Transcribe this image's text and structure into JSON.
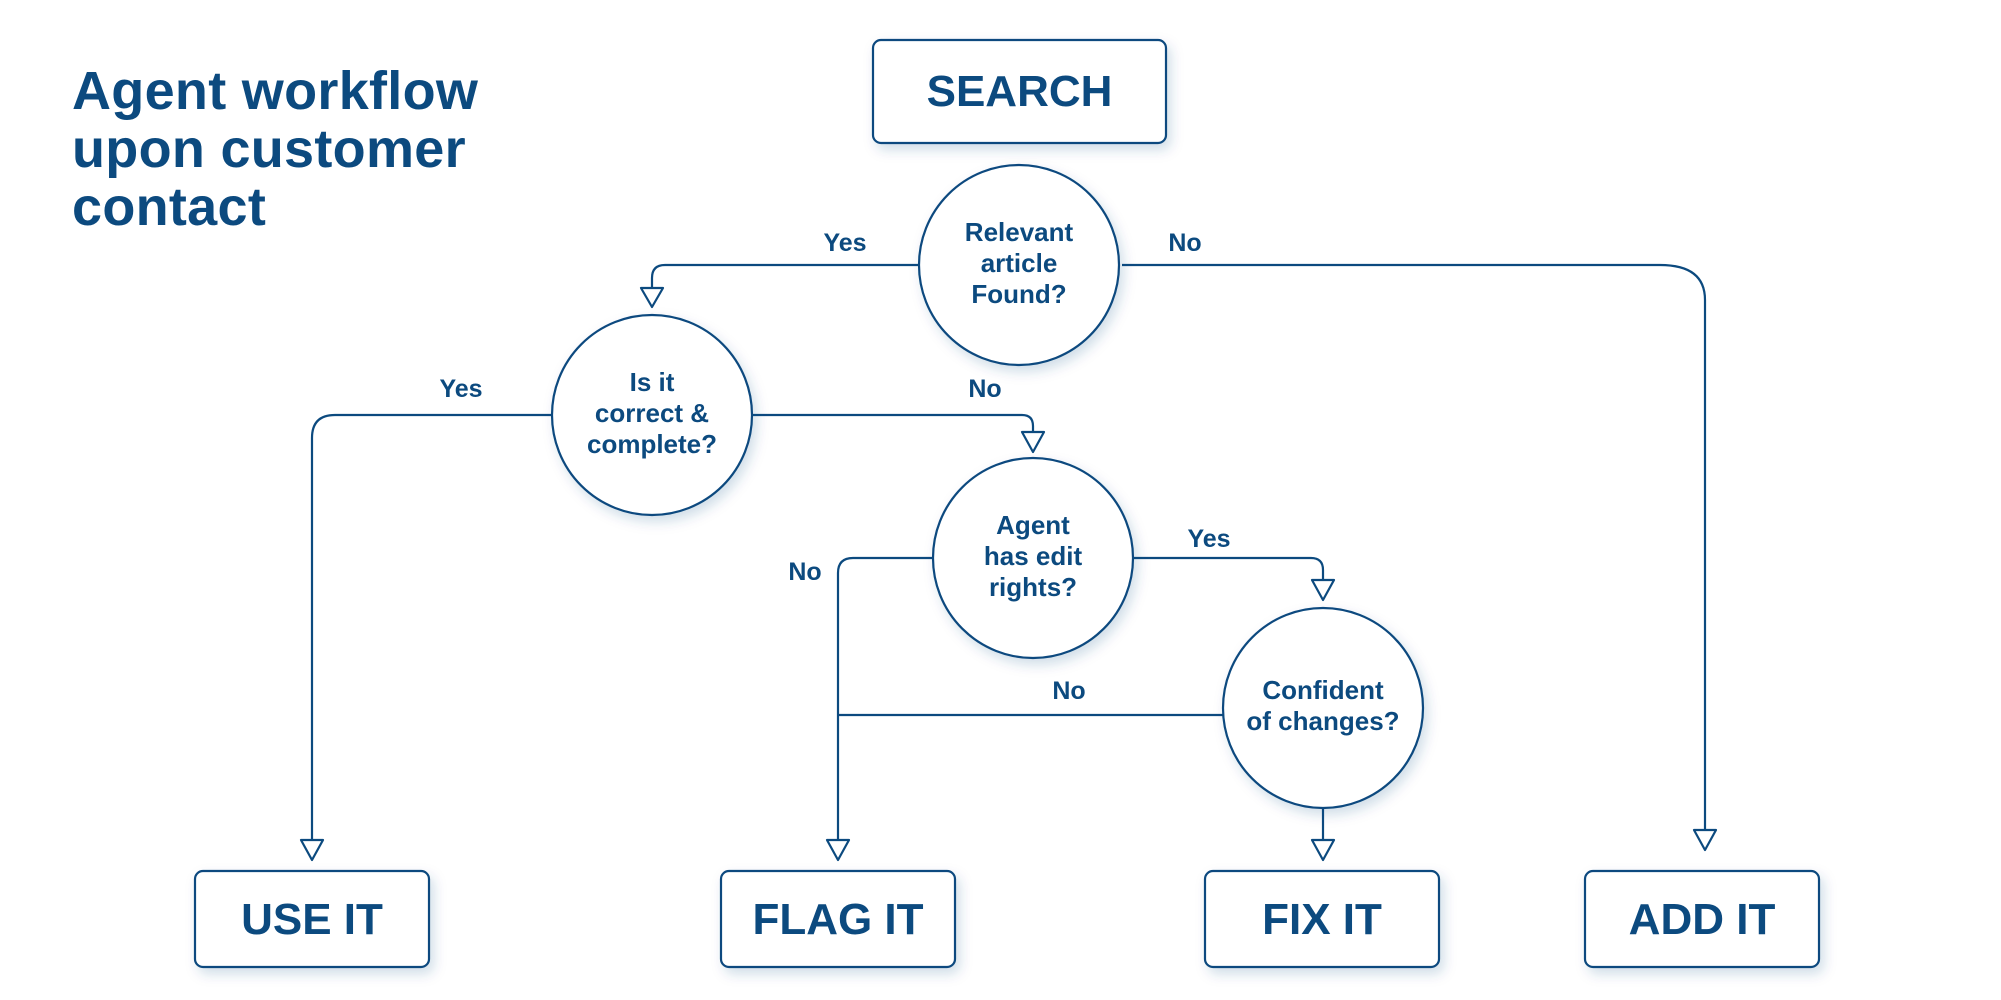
{
  "title_lines": [
    "Agent workflow",
    "upon customer",
    "contact"
  ],
  "colors": {
    "ink": "#0c4a7f",
    "background": "#ffffff"
  },
  "boxes": {
    "search": "SEARCH",
    "use_it": "USE IT",
    "flag_it": "FLAG IT",
    "fix_it": "FIX IT",
    "add_it": "ADD IT"
  },
  "decisions": {
    "relevant": [
      "Relevant",
      "article",
      "Found?"
    ],
    "correct": [
      "Is it",
      "correct &",
      "complete?"
    ],
    "rights": [
      "Agent",
      "has edit",
      "rights?"
    ],
    "confident": [
      "Confident",
      "of changes?"
    ]
  },
  "edge_labels": {
    "relevant_yes": "Yes",
    "relevant_no": "No",
    "correct_yes": "Yes",
    "correct_no": "No",
    "rights_no": "No",
    "rights_yes": "Yes",
    "confident_no": "No"
  }
}
